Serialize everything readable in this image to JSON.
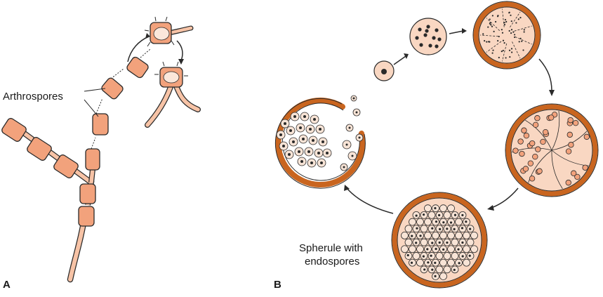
{
  "panels": {
    "a": {
      "letter": "A",
      "arthrospores_label": "Arthrospores"
    },
    "b": {
      "letter": "B",
      "spherule_label_line1": "Spherule with",
      "spherule_label_line2": "endospores"
    }
  },
  "colors": {
    "segment_fill": "#f2a27c",
    "segment_light": "#f7c3a6",
    "cell_fill": "#f9d7c2",
    "wall": "#c9651f",
    "outline": "#2a2a2a",
    "endospore_fill": "#f8e4d6"
  }
}
